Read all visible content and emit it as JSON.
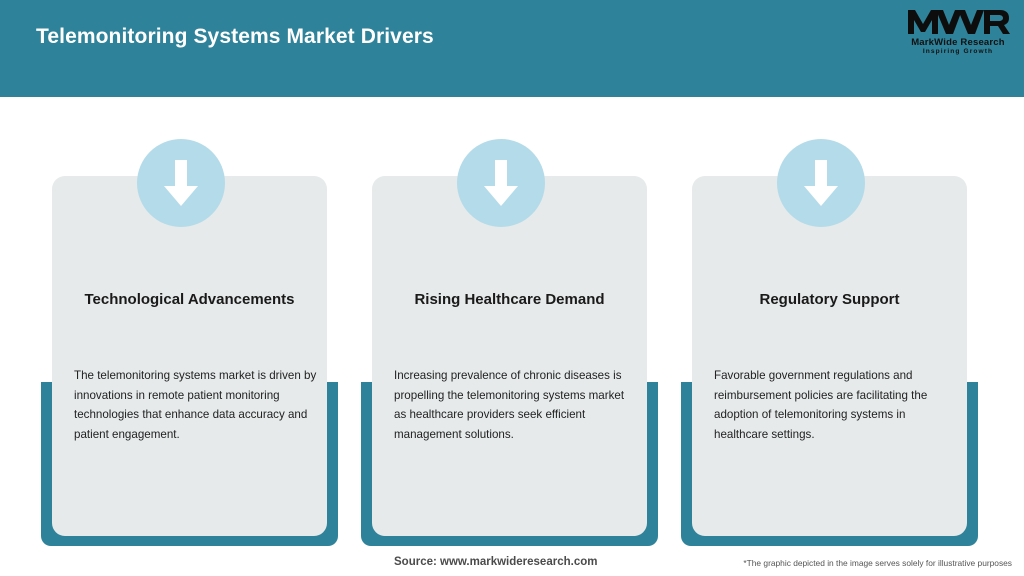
{
  "header": {
    "title": "Telemonitoring Systems Market Drivers",
    "background_color": "#2e8299",
    "title_color": "#ffffff"
  },
  "logo": {
    "mark": "MWR",
    "name": "MarkWide Research",
    "tagline": "Inspiring Growth"
  },
  "theme": {
    "accent_teal": "#2e8299",
    "badge_blue": "#b4dbe9",
    "card_gray": "#e6eaeb",
    "text_dark": "#1a1a1a"
  },
  "cards": [
    {
      "icon": "down-arrow-icon",
      "title": "Technological Advancements",
      "body": "The telemonitoring systems market is driven by innovations in remote patient monitoring technologies that enhance data accuracy and patient engagement."
    },
    {
      "icon": "down-arrow-icon",
      "title": "Rising Healthcare Demand",
      "body": "Increasing prevalence of chronic diseases is propelling the telemonitoring systems market as healthcare providers seek efficient management solutions."
    },
    {
      "icon": "down-arrow-icon",
      "title": "Regulatory Support",
      "body": "Favorable government regulations and reimbursement policies are facilitating the adoption of telemonitoring systems in healthcare settings."
    }
  ],
  "footer": {
    "source": "Source: www.markwideresearch.com",
    "disclaimer": "*The graphic depicted in the image serves solely for illustrative purposes"
  }
}
